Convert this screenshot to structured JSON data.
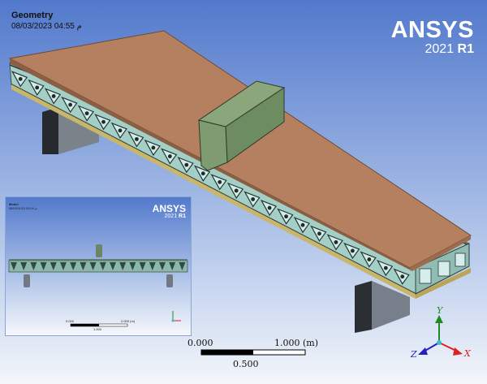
{
  "header": {
    "title": "Geometry",
    "timestamp": "08/03/2023 04:55 م"
  },
  "logo": {
    "name": "ANSYS",
    "version": "2021",
    "release": "R1"
  },
  "scale_bar": {
    "start_label": "0.000",
    "end_label": "1.000 (m)",
    "mid_label": "0.500"
  },
  "triad": {
    "x_label": "X",
    "y_label": "Y",
    "z_label": "Z",
    "x_color": "#e02020",
    "y_color": "#1f8a1f",
    "z_color": "#2020c0"
  },
  "inset": {
    "title": "Model",
    "timestamp": "08/03/2023 05:14 م",
    "logo_name": "ANSYS",
    "logo_version": "2021",
    "logo_release": "R1",
    "scale_start": "0.000",
    "scale_end": "2.000 (m)",
    "scale_mid": "1.000"
  },
  "colors": {
    "background_top": "#4f78cc",
    "background_bottom": "#f4f7fb",
    "deck": "#b5805f",
    "truss": "#a9d0c8",
    "load_block": "#7d9a6e",
    "support": "#5d6770"
  }
}
